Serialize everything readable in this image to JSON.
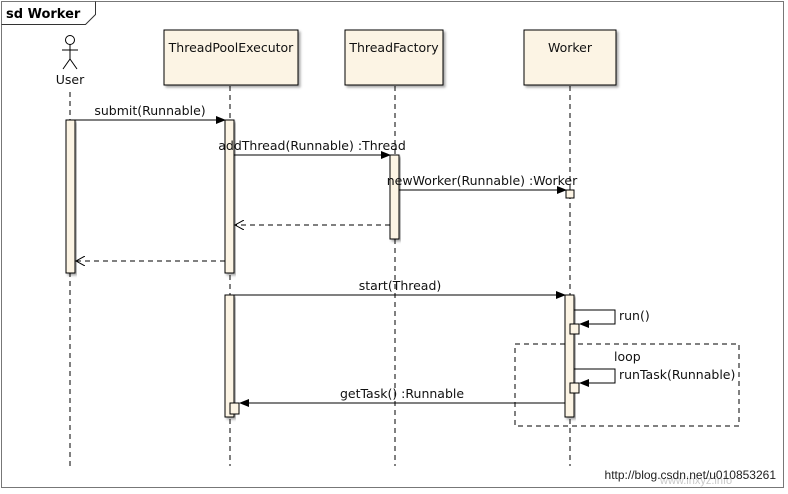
{
  "frame": {
    "title": "sd Worker"
  },
  "actor": {
    "name": "User"
  },
  "lifelines": [
    {
      "name": "ThreadPoolExecutor"
    },
    {
      "name": "ThreadFactory"
    },
    {
      "name": "Worker"
    }
  ],
  "messages": {
    "submit": "submit(Runnable)",
    "add_thread": "addThread(Runnable) :Thread",
    "new_worker": "newWorker(Runnable) :Worker",
    "start": "start(Thread)",
    "run": "run()",
    "run_task": "runTask(Runnable)",
    "get_task": "getTask() :Runnable"
  },
  "fragment": {
    "label": "loop"
  },
  "watermark": {
    "text": "http://blog.csdn.net/u010853261",
    "overlay": "www.inxyz.info"
  },
  "colors": {
    "head_fill": "#fcf4e4",
    "activation_fill": "#fcf4e4",
    "line": "#000000"
  }
}
